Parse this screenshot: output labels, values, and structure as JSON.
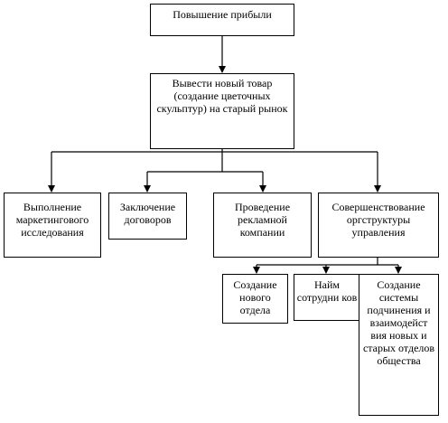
{
  "root": {
    "text": "Повышение прибыли"
  },
  "goal": {
    "text": "Вывести новый товар (создание цветочных скульптур) на старый рынок"
  },
  "tasks": [
    {
      "text": "Выполнение маркетингового исследования"
    },
    {
      "text": "Заключение договоров"
    },
    {
      "text": "Проведение рекламной компании"
    },
    {
      "text": "Совершенствование оргструктуры управления"
    }
  ],
  "subtasks": [
    {
      "text": "Создание нового отдела"
    },
    {
      "text": "Найм сотрудни ков"
    },
    {
      "text": "Создание системы подчинения и взаимодейст вия новых и старых отделов общества"
    }
  ]
}
